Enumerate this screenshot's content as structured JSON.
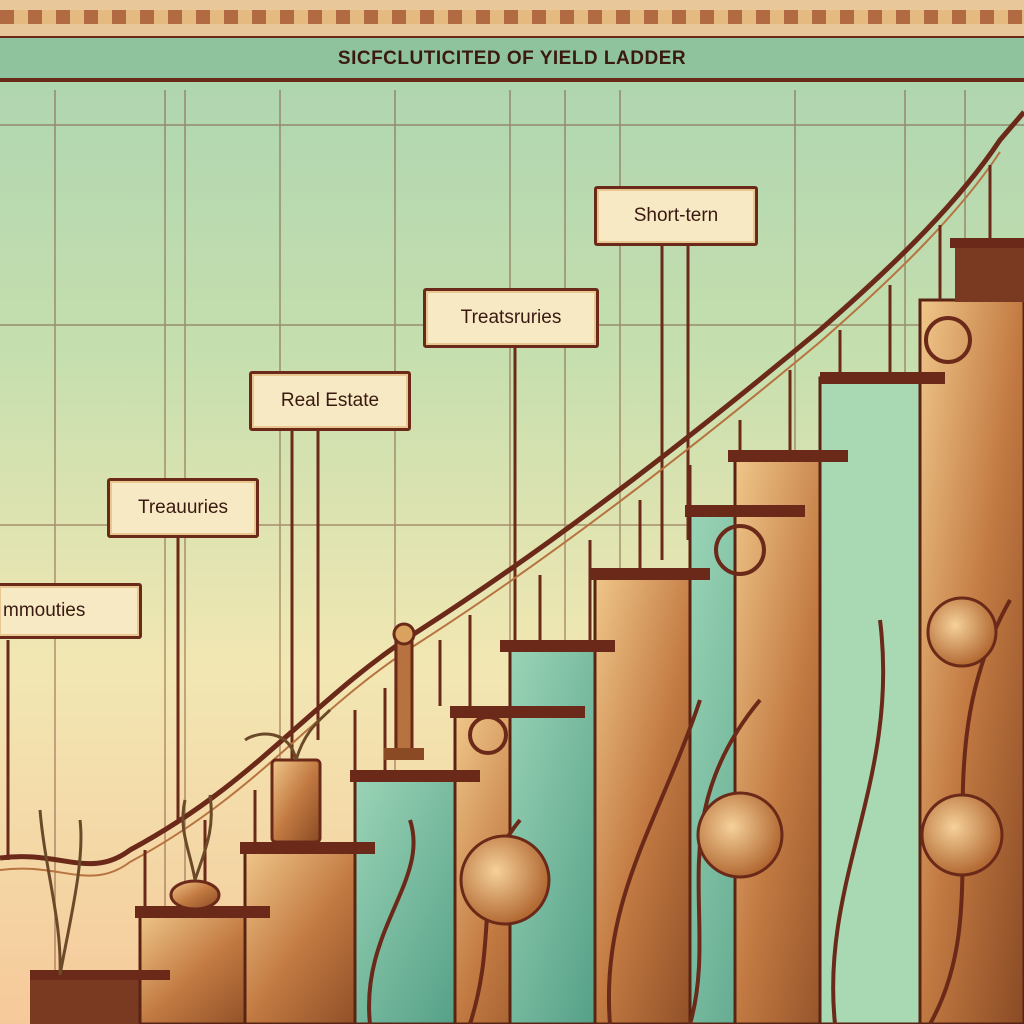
{
  "title": "SICFCLUTICITED OF YIELD LADDER",
  "signs": {
    "commodities": "mmouties",
    "treasuries": "Treauuries",
    "real_estate": "Real Estate",
    "treasuries_2": "Treatsruries",
    "short_term": "Short-tern"
  },
  "colors": {
    "frame": "#6b2a19",
    "sign_fill": "#f7e9c4",
    "teal": "#6fb99b",
    "copper": "#b7733f",
    "gold": "#d9a35f"
  }
}
